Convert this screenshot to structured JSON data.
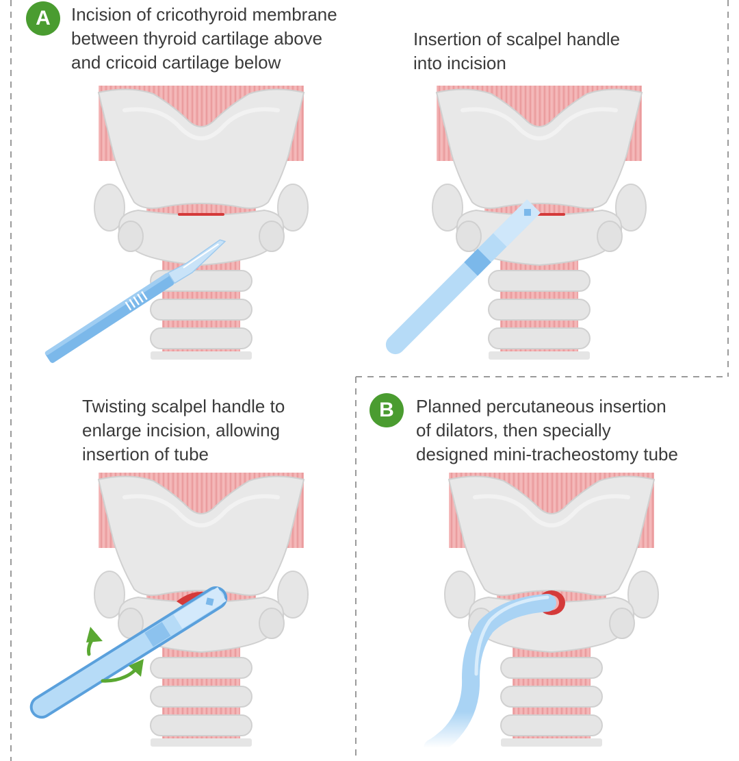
{
  "panels": [
    {
      "badge": "A",
      "caption": [
        "Incision of cricothyroid membrane",
        "between thyroid cartilage above",
        "and cricoid cartilage below"
      ]
    },
    {
      "caption": [
        "Insertion of scalpel handle",
        "into incision"
      ]
    },
    {
      "caption": [
        "Twisting scalpel handle to",
        "enlarge incision, allowing",
        "insertion of tube"
      ]
    },
    {
      "badge": "B",
      "caption": [
        "Planned percutaneous insertion",
        "of dilators, then specially",
        "designed mini-tracheostomy tube"
      ]
    }
  ],
  "colors": {
    "badge": "#4a9c30",
    "cartilage": "#e3e3e3",
    "muscle": "#f0a7a8",
    "incision": "#d43a3a",
    "instrument": "#7bb8ea",
    "rotation_arrow": "#5aa832",
    "divider": "#9a9a9a"
  }
}
